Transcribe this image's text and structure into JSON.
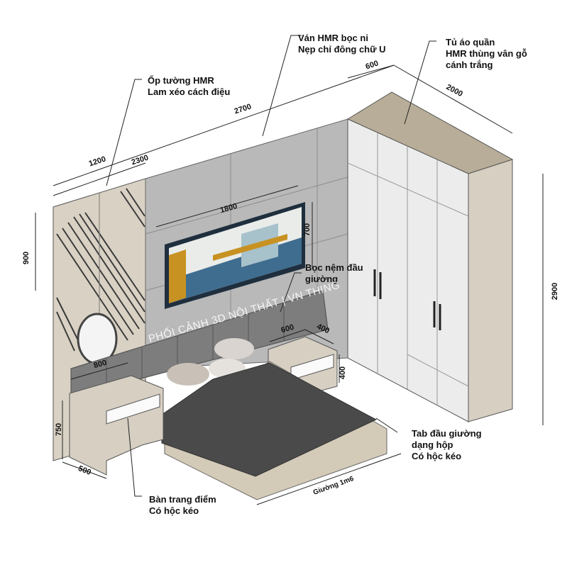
{
  "labels": {
    "wall_cladding": [
      "Ốp tường HMR",
      "Lam xéo cách điệu"
    ],
    "hmr_panel": [
      "Ván HMR bọc ni",
      "Nẹp chỉ đông chữ U"
    ],
    "wardrobe": [
      "Tủ áo quần",
      "HMR thùng vân gỗ",
      "cánh trắng"
    ],
    "headboard": [
      "Bọc nệm đầu",
      "giường"
    ],
    "nightstand": [
      "Tab đầu giường",
      "dạng hộp",
      "Có hộc kéo"
    ],
    "dressing_table": [
      "Bàn trang điểm",
      "Có hộc kéo"
    ]
  },
  "dimensions": {
    "wall_total": "2700",
    "wall_left": "1200",
    "wall_mid": "2300",
    "wardrobe_depth": "600",
    "wardrobe_width": "2000",
    "wardrobe_height": "2900",
    "panel_height": "900",
    "art_width": "1800",
    "art_height": "700",
    "nightstand_width": "600",
    "nightstand_depth": "400",
    "nightstand_height": "400",
    "table_width": "800",
    "table_height": "750",
    "table_depth": "500",
    "bed": "Giường 1m6"
  },
  "watermark": "PHỐI CẢNH 3D NỘI THẤT | VN THING",
  "colors": {
    "wall": "#b9b9b9",
    "wood": "#d6cfc2",
    "wardrobe_door": "#eeeeee",
    "bedding": "#4a4a4a",
    "headboard": "#7d7d7d"
  }
}
